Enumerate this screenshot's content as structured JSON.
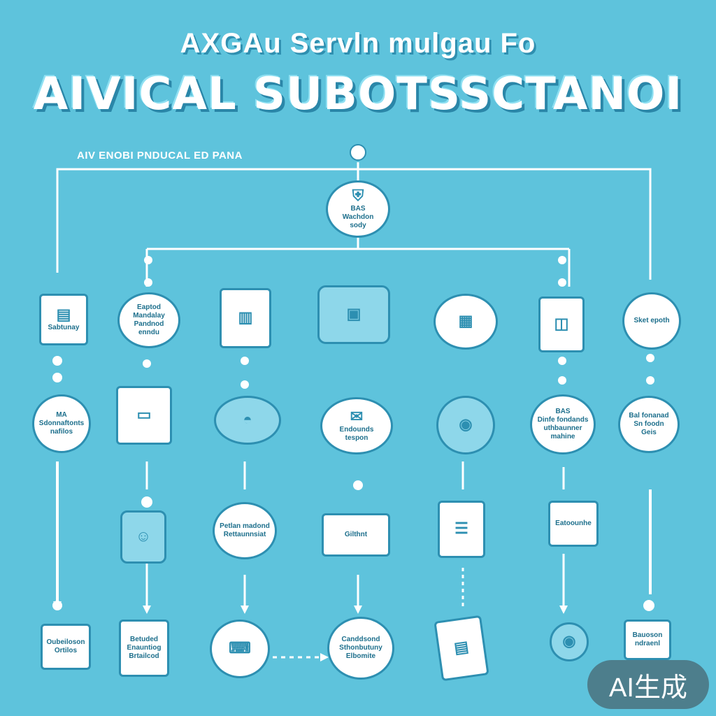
{
  "header": {
    "subtitle": "AXGAu Servln mulgau Fo",
    "title": "AIVICAL SUBOTSSCTANOI"
  },
  "section_label": "AIV ENOBI PNDUCAL ED PANA",
  "nodes": {
    "root": {
      "icon": "shield-icon",
      "lines": [
        "BAS",
        "Wachdon",
        "sody"
      ]
    },
    "r1c1": {
      "icon": "document-icon",
      "lines": [
        "Sabtunay"
      ]
    },
    "r1c2": {
      "icon": "",
      "lines": [
        "Eaptod Mandalay",
        "Pandnod",
        "enndu"
      ]
    },
    "r1c3": {
      "icon": "server-icon",
      "lines": []
    },
    "r1c4": {
      "icon": "workstation-icon",
      "lines": []
    },
    "r1c5": {
      "icon": "clipboard-icon",
      "lines": []
    },
    "r1c6": {
      "icon": "backpack-icon",
      "lines": []
    },
    "r1c7": {
      "icon": "",
      "lines": [
        "Sket epoth"
      ]
    },
    "r2c1": {
      "icon": "",
      "lines": [
        "MA",
        "Sdonnaftonts",
        "nafilos"
      ]
    },
    "r2c2": {
      "icon": "monitor-icon",
      "lines": []
    },
    "r2c3": {
      "icon": "hardware-icon",
      "lines": []
    },
    "r2c4": {
      "icon": "envelope-icon",
      "lines": [
        "Endounds",
        "tespon"
      ]
    },
    "r2c5": {
      "icon": "globe-icon",
      "lines": []
    },
    "r2c6": {
      "icon": "",
      "lines": [
        "BAS",
        "Dinfe fondands",
        "uthbaunner",
        "mahine"
      ]
    },
    "r2c7": {
      "icon": "",
      "lines": [
        "Bal fonanad",
        "Sn foodn",
        "Geis"
      ]
    },
    "r3c2": {
      "icon": "worker-icon",
      "lines": []
    },
    "r3c3": {
      "icon": "",
      "lines": [
        "Petlan madond",
        "Rettaunnsiat"
      ]
    },
    "r3c4": {
      "icon": "",
      "lines": [
        "Gilthnt"
      ]
    },
    "r3c5": {
      "icon": "checklist-icon",
      "lines": []
    },
    "r3c6": {
      "icon": "",
      "lines": [
        "Eatoounhe"
      ]
    },
    "r4c1": {
      "icon": "",
      "lines": [
        "Oubeiloson",
        "Ortilos"
      ]
    },
    "r4c2": {
      "icon": "",
      "lines": [
        "Betuded",
        "Enauntiog",
        "Brtailcod"
      ]
    },
    "r4c3": {
      "icon": "laptop-icon",
      "lines": []
    },
    "r4c4": {
      "icon": "",
      "lines": [
        "Canddsond",
        "Sthonbutuny",
        "Elbomite"
      ]
    },
    "r4c5": {
      "icon": "report-icon",
      "lines": []
    },
    "r4c6": {
      "icon": "globe-icon",
      "lines": []
    },
    "r4c7": {
      "icon": "",
      "lines": [
        "Bauoson",
        "ndraenl"
      ]
    }
  },
  "watermark": "AI生成",
  "colors": {
    "background": "#5ec3dc",
    "line": "#ffffff",
    "accent": "#2d8fb1"
  }
}
